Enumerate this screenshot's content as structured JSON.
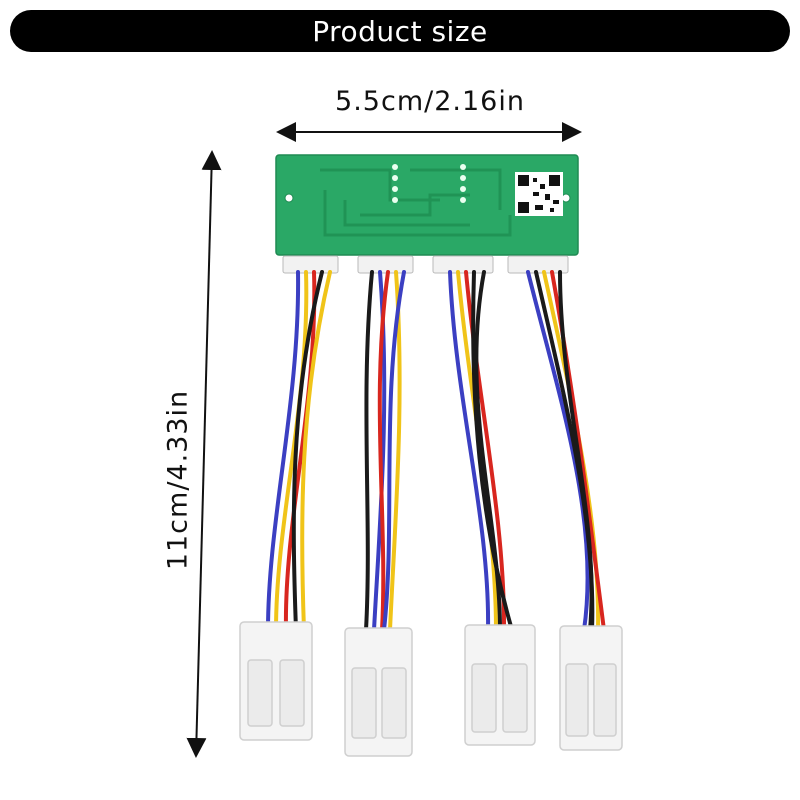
{
  "banner": {
    "title": "Product size"
  },
  "dimensions": {
    "width_label": "5.5cm/2.16in",
    "height_label": "11cm/4.33in"
  },
  "colors": {
    "banner_bg": "#000000",
    "pcb": "#2aa866",
    "connector": "#f2f2f2",
    "wire_black": "#1a1a1a",
    "wire_red": "#d8261f",
    "wire_yellow": "#f0c419",
    "wire_blue": "#3b3fc2"
  },
  "image_description_icons": [
    "measure-arrow-horizontal",
    "measure-arrow-vertical"
  ]
}
